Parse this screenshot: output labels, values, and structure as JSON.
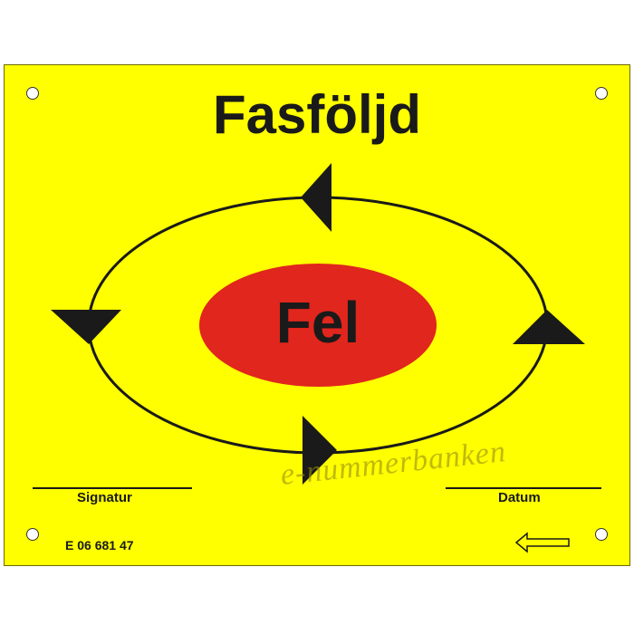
{
  "sign": {
    "background_color": "#ffff00",
    "title": "Fasföljd",
    "center_label": "Fel",
    "center_color": "#e0261d",
    "signature_label": "Signatur",
    "date_label": "Datum",
    "product_code": "E 06 681 47",
    "watermark": "e-nummerbanken",
    "icons": [
      "mounting-hole-icon",
      "left-arrow-outline-icon",
      "rotation-arrow-icon"
    ]
  }
}
